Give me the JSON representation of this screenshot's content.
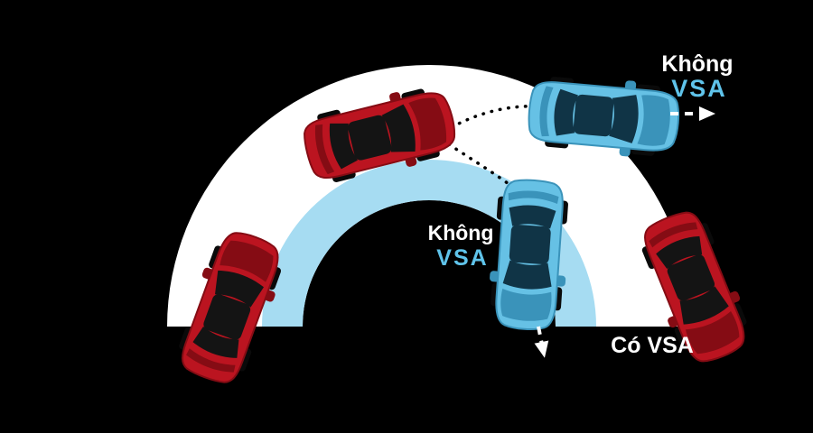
{
  "labels": {
    "no_vsa_right": {
      "line1": "Không",
      "line2": "VSA"
    },
    "no_vsa_center": {
      "line1": "Không",
      "line2": "VSA"
    },
    "with_vsa": "Có VSA"
  },
  "colors": {
    "background": "#000000",
    "road": "#ffffff",
    "lane": "#a6dcf2",
    "car_red": "#bb1420",
    "car_red_shade": "#850c14",
    "car_blue": "#66c1e5",
    "car_blue_shade": "#3a93ba",
    "cabin_dark": "#141414",
    "cabin_blue": "#103446",
    "text_white": "#ffffff",
    "text_blue": "#5fc3ea",
    "skid_dots": "#000000"
  }
}
